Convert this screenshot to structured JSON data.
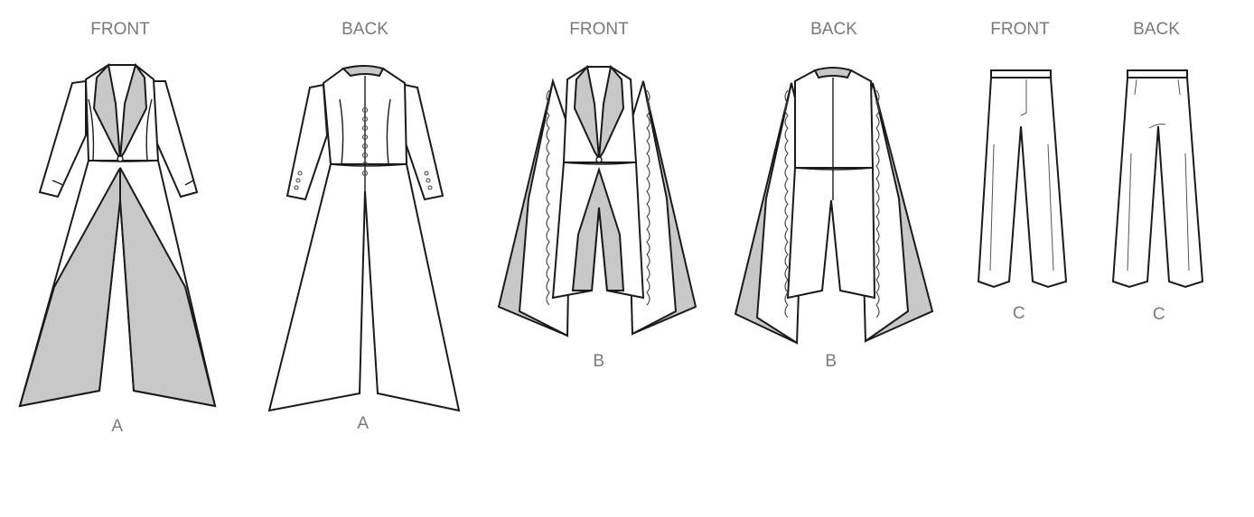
{
  "figures": {
    "a_front": {
      "view": "FRONT",
      "variant": "A"
    },
    "a_back": {
      "view": "BACK",
      "variant": "A"
    },
    "b_front": {
      "view": "FRONT",
      "variant": "B"
    },
    "b_back": {
      "view": "BACK",
      "variant": "B"
    },
    "c_front": {
      "view": "FRONT",
      "variant": "C"
    },
    "c_back": {
      "view": "BACK",
      "variant": "C"
    }
  },
  "colors": {
    "line": "#1a1a1a",
    "contrast_fill": "#c8c8c8",
    "label": "#7a7a7a"
  }
}
